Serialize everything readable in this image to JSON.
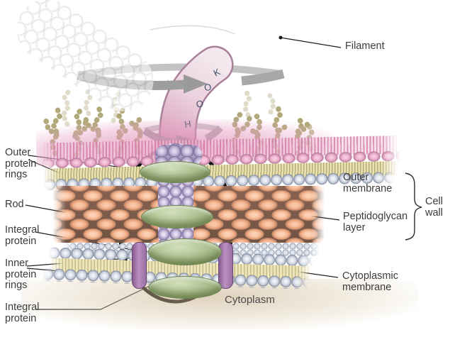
{
  "figure_subject": "Bacterial flagellum and basal body in the cell envelope",
  "annotations": {
    "filament": {
      "label": "Filament"
    },
    "outer_protein_rings": {
      "label": "Outer\nprotein\nrings"
    },
    "rod": {
      "label": "Rod"
    },
    "integral_protein_upper": {
      "label": "Integral\nprotein"
    },
    "inner_protein_rings": {
      "label": "Inner\nprotein\nrings"
    },
    "integral_protein_lower": {
      "label": "Integral\nprotein"
    },
    "outer_membrane": {
      "label": "Outer\nmembrane"
    },
    "peptidoglycan_layer": {
      "label": "Peptidoglycan\nlayer"
    },
    "cell_wall": {
      "label": "Cell\nwall"
    },
    "cytoplasmic_membrane": {
      "label": "Cytoplasmic\nmembrane"
    },
    "cytoplasm": {
      "label": "Cytoplasm"
    }
  },
  "hook": {
    "letters": [
      "H",
      "O",
      "O",
      "K"
    ]
  },
  "colors": {
    "label_text": "#3b3b3b",
    "leader_line": "#1f1f1f",
    "highlight_ellipse": "#0d0d0d",
    "filament_spheres": "#ddd5ea",
    "hook_tube": "#e2b7ca",
    "hook_letters": "#3e5068",
    "rotation_arrow": "#9a9a9a",
    "lps_chains": "#b2a97b",
    "outer_membrane_pink": "#e7a6c5",
    "membrane_spheres": "#c3cbd9",
    "lipid_tails": "#e9e2b5",
    "peptidoglycan_blocks": "#f3b48e",
    "peptidoglycan_shadow": "#7a5c49",
    "protein_rings_green": "#a7bc8b",
    "rod_spheres": "#b5a8cd",
    "inner_spheres_purple": "#9d6d9f",
    "integral_protein_purple": "#a87cb2",
    "cytoplasm_tint": "#d9c8a8"
  }
}
